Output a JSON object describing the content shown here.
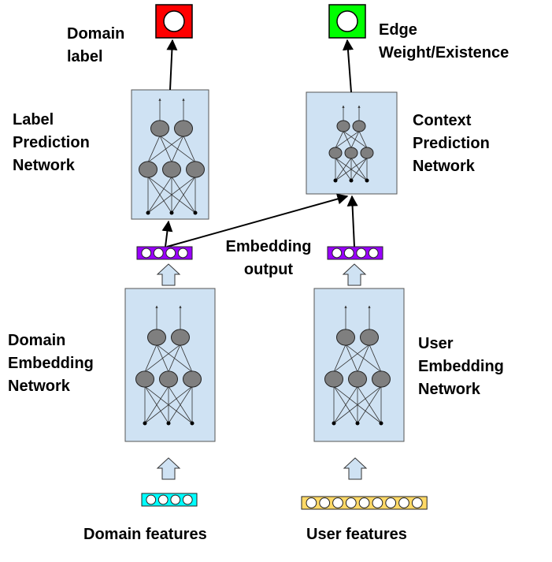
{
  "labels": {
    "domain_label": [
      "Domain",
      "label"
    ],
    "edge_weight": [
      "Edge",
      "Weight/Existence"
    ],
    "label_prediction_network": [
      "Label",
      "Prediction",
      "Network"
    ],
    "context_prediction_network": [
      "Context",
      "Prediction",
      "Network"
    ],
    "embedding_output": [
      "Embedding",
      "output"
    ],
    "domain_embedding_network": [
      "Domain",
      "Embedding",
      "Network"
    ],
    "user_embedding_network": [
      "User",
      "Embedding",
      "Network"
    ],
    "domain_features": "Domain features",
    "user_features": "User features"
  },
  "colors": {
    "network_fill": "#cfe2f3",
    "domain_label_box": "#ff0000",
    "edge_weight_box": "#00ff00",
    "embedding_vector": "#9900ff",
    "domain_feature_vector": "#00ffff",
    "user_feature_vector": "#ffd966",
    "input_arrow_fill": "#cfe2f3",
    "neuron_fill": "#7f7f7f"
  },
  "vectors": {
    "domain_embedding_units": 4,
    "user_embedding_units": 4,
    "domain_feature_units": 4,
    "user_feature_units": 9
  }
}
